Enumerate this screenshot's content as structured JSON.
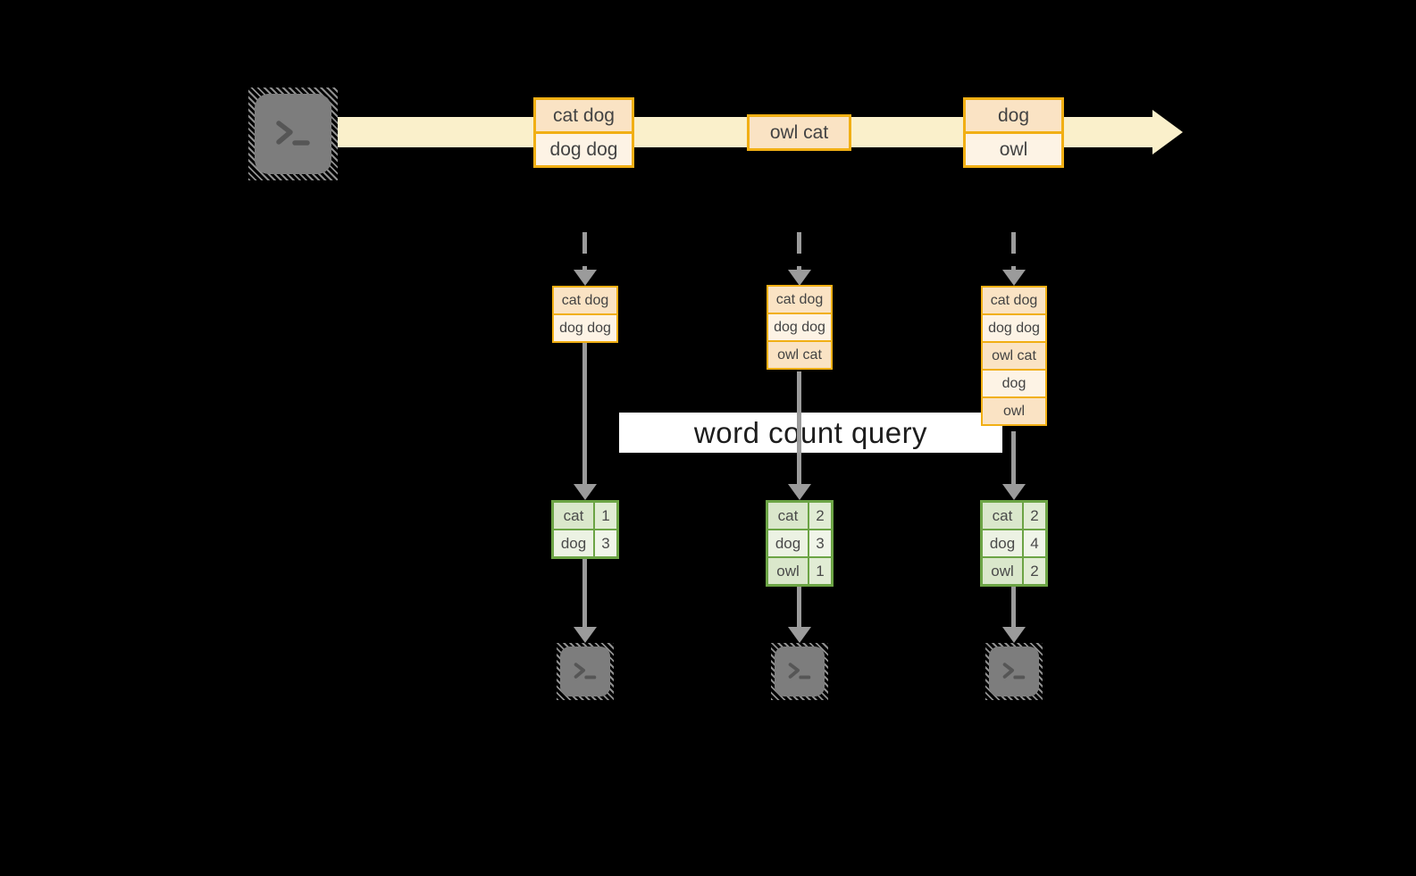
{
  "banner": {
    "label": "word count query"
  },
  "icons": {
    "terminal_prompt": ">_"
  },
  "colors": {
    "background": "#000000",
    "stream_cream": "#FAF0CB",
    "accent_orange": "#F1AF14",
    "peach_dark": "#FAE3C4",
    "peach_light": "#FDF3E5",
    "green_border": "#6CA445",
    "green_cell_dark": "#DAE7CB",
    "green_cell_light": "#ECF2E3",
    "arrow_gray": "#9B9B9B",
    "terminal_gray": "#7D7D7D",
    "banner_bg": "#FFFFFF"
  },
  "timeline": {
    "events": [
      {
        "rows": [
          "cat dog",
          "dog dog"
        ]
      },
      {
        "rows": [
          "owl cat"
        ]
      },
      {
        "rows": [
          "dog",
          "owl"
        ]
      }
    ]
  },
  "columns": [
    {
      "stack": [
        "cat dog",
        "dog dog"
      ],
      "counts": [
        [
          "cat",
          "1"
        ],
        [
          "dog",
          "3"
        ]
      ]
    },
    {
      "stack": [
        "cat dog",
        "dog dog",
        "owl cat"
      ],
      "counts": [
        [
          "cat",
          "2"
        ],
        [
          "dog",
          "3"
        ],
        [
          "owl",
          "1"
        ]
      ]
    },
    {
      "stack": [
        "cat dog",
        "dog dog",
        "owl cat",
        "dog",
        "owl"
      ],
      "counts": [
        [
          "cat",
          "2"
        ],
        [
          "dog",
          "4"
        ],
        [
          "owl",
          "2"
        ]
      ]
    }
  ]
}
